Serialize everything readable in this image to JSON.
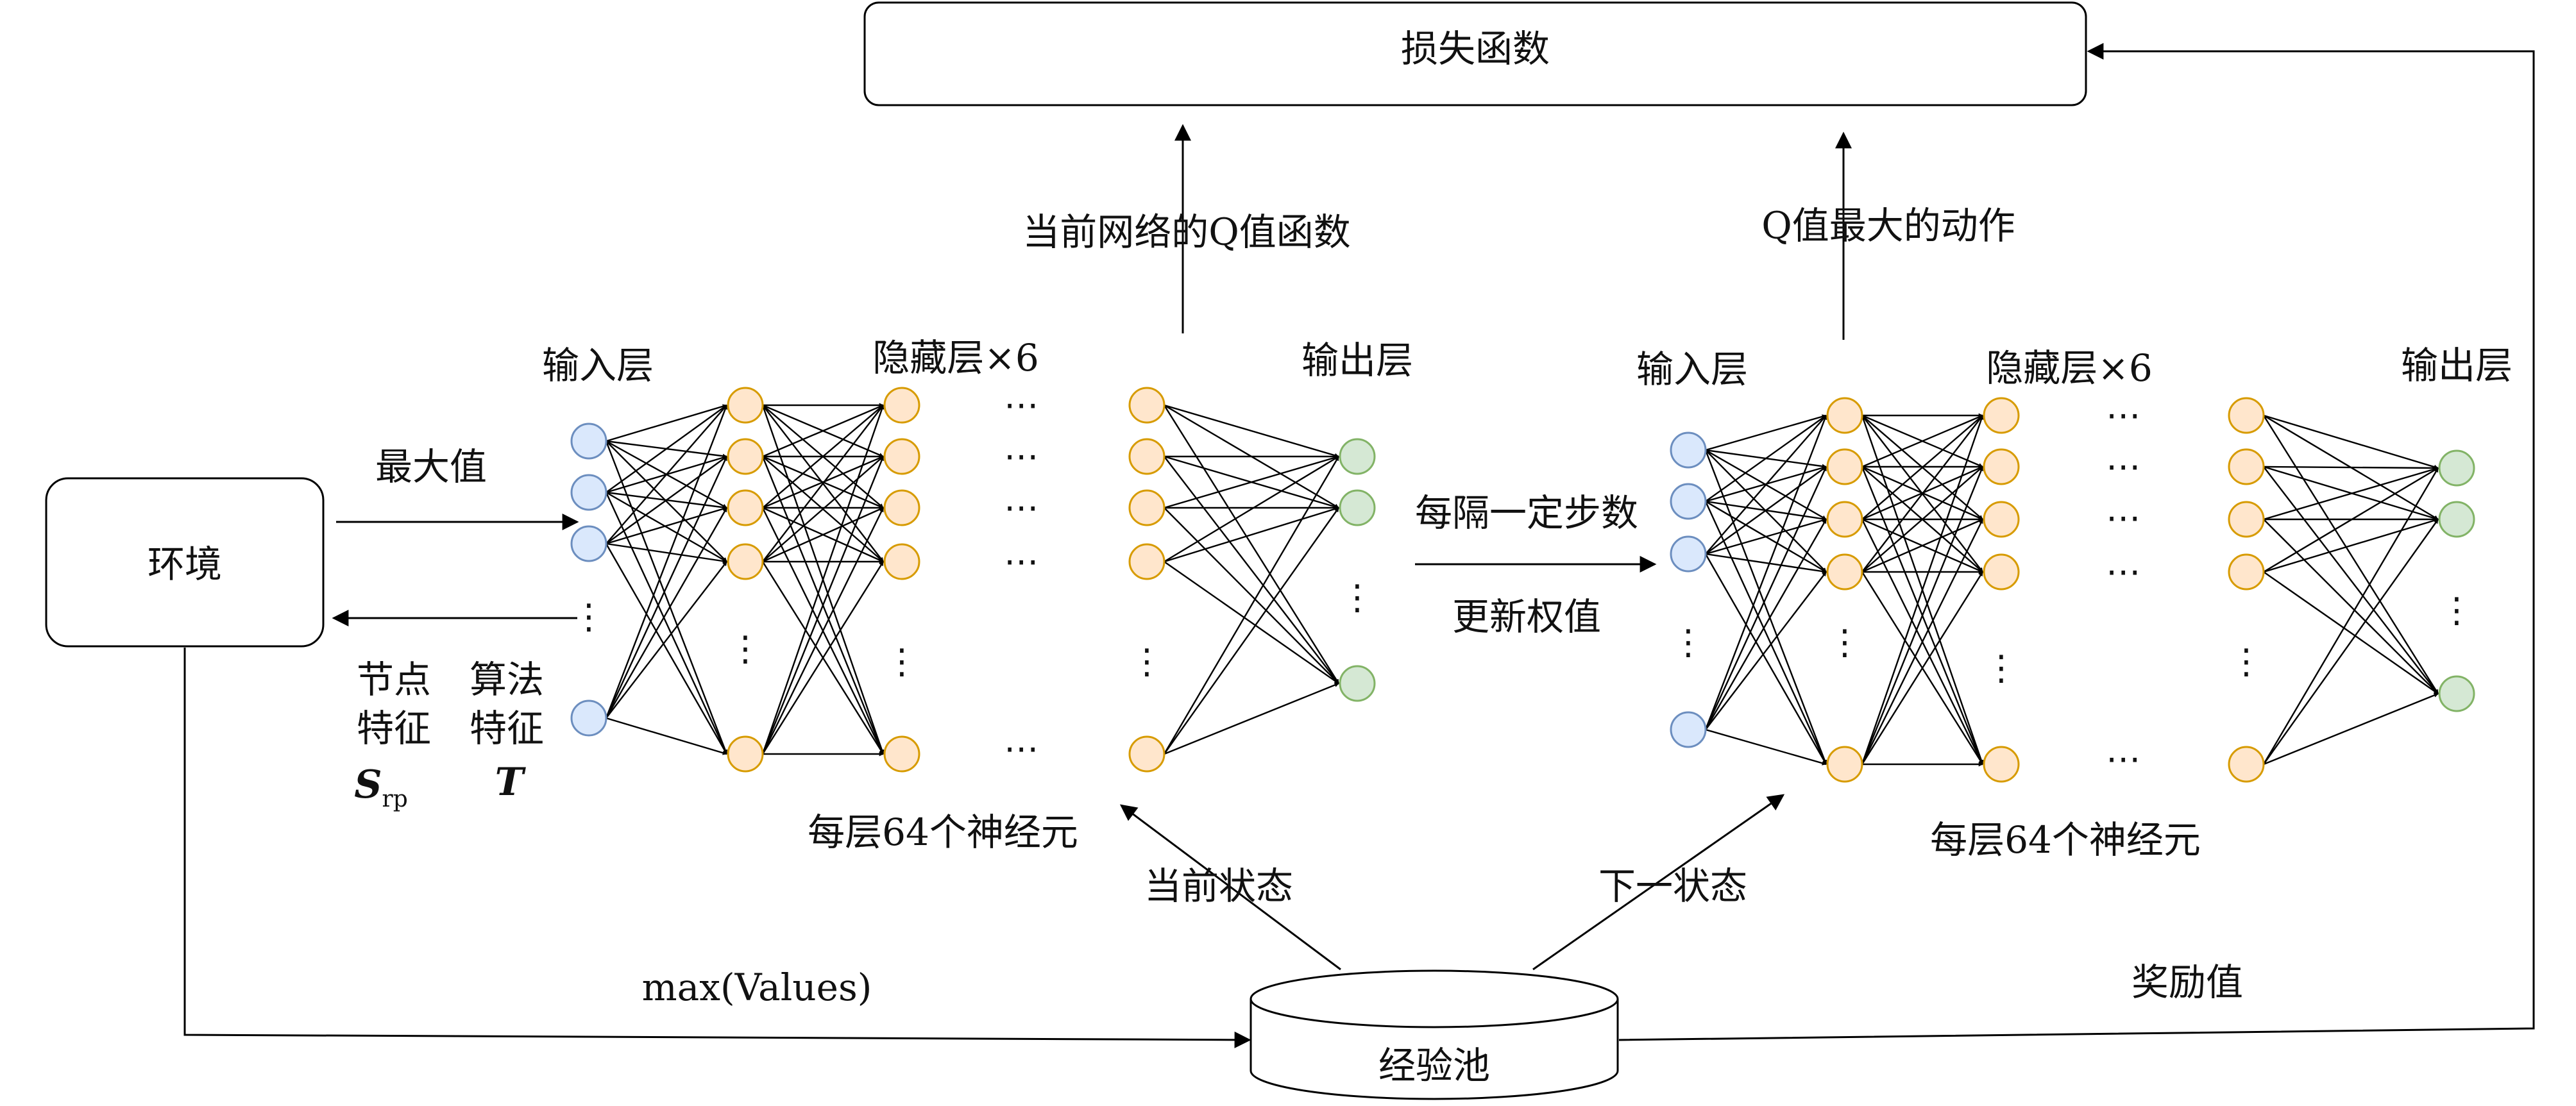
{
  "loss_function": "损失函数",
  "environment": "环境",
  "experience_pool": "经验池",
  "current_q": "当前网络的Q值函数",
  "max_q_action": "Q值最大的动作",
  "max_value": "最大值",
  "node_feature": [
    "节点",
    "特征"
  ],
  "algo_feature": [
    "算法",
    "特征"
  ],
  "s_rp": {
    "main": "S",
    "sub": "rp"
  },
  "t_symbol": "T",
  "sync": {
    "line1": "每隔一定步数",
    "line2": "更新权值"
  },
  "current_state": "当前状态",
  "next_state": "下一状态",
  "max_values": "max(Values)",
  "reward": "奖励值",
  "net_left": {
    "input_label": "输入层",
    "hidden_label": "隐藏层×6",
    "output_label": "输出层",
    "neurons_label": "每层64个神经元"
  },
  "net_right": {
    "input_label": "输入层",
    "hidden_label": "隐藏层×6",
    "output_label": "输出层",
    "neurons_label": "每层64个神经元"
  },
  "colors": {
    "input_fill": "#dae8fc",
    "input_stroke": "#6c8ebf",
    "hidden_fill": "#ffe6cc",
    "hidden_stroke": "#d79b00",
    "output_fill": "#d5e8d4",
    "output_stroke": "#82b366"
  }
}
